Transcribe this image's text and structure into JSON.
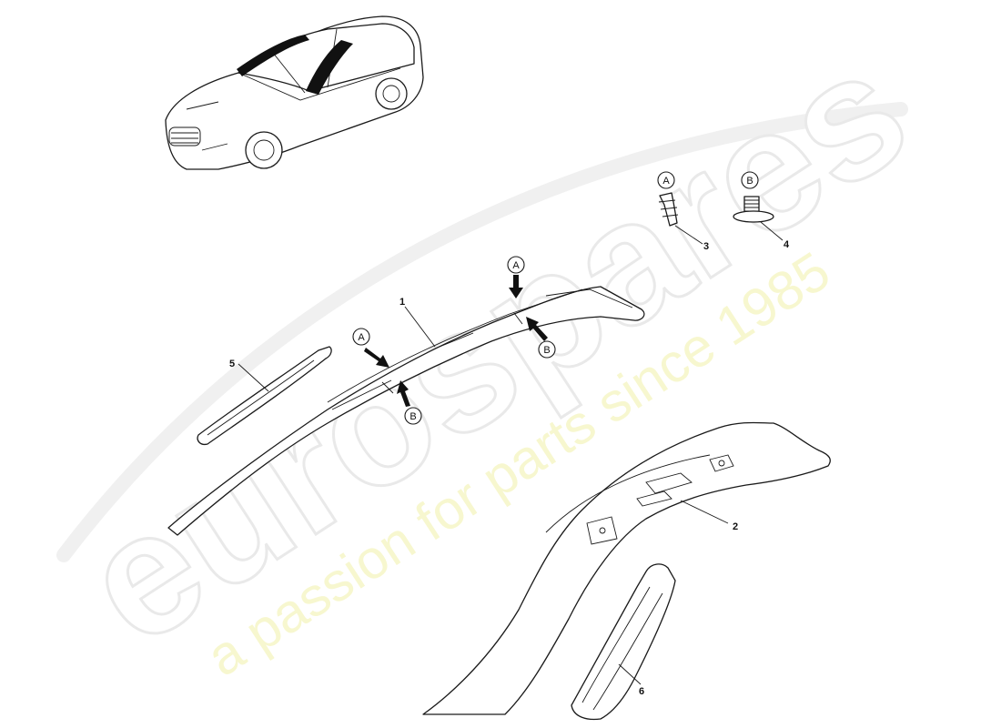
{
  "diagram": {
    "callouts": [
      {
        "id": "c1",
        "label": "1"
      },
      {
        "id": "c2",
        "label": "2"
      },
      {
        "id": "c3",
        "label": "3"
      },
      {
        "id": "c4",
        "label": "4"
      },
      {
        "id": "c5",
        "label": "5"
      },
      {
        "id": "c6",
        "label": "6"
      }
    ],
    "markers": {
      "a": "A",
      "b": "B"
    }
  },
  "watermark": {
    "logo": "eurospares",
    "tagline": "a passion for parts since 1985",
    "colors": {
      "logo_outline": "#e9e9e9",
      "tagline": "#f7f7cf"
    }
  }
}
